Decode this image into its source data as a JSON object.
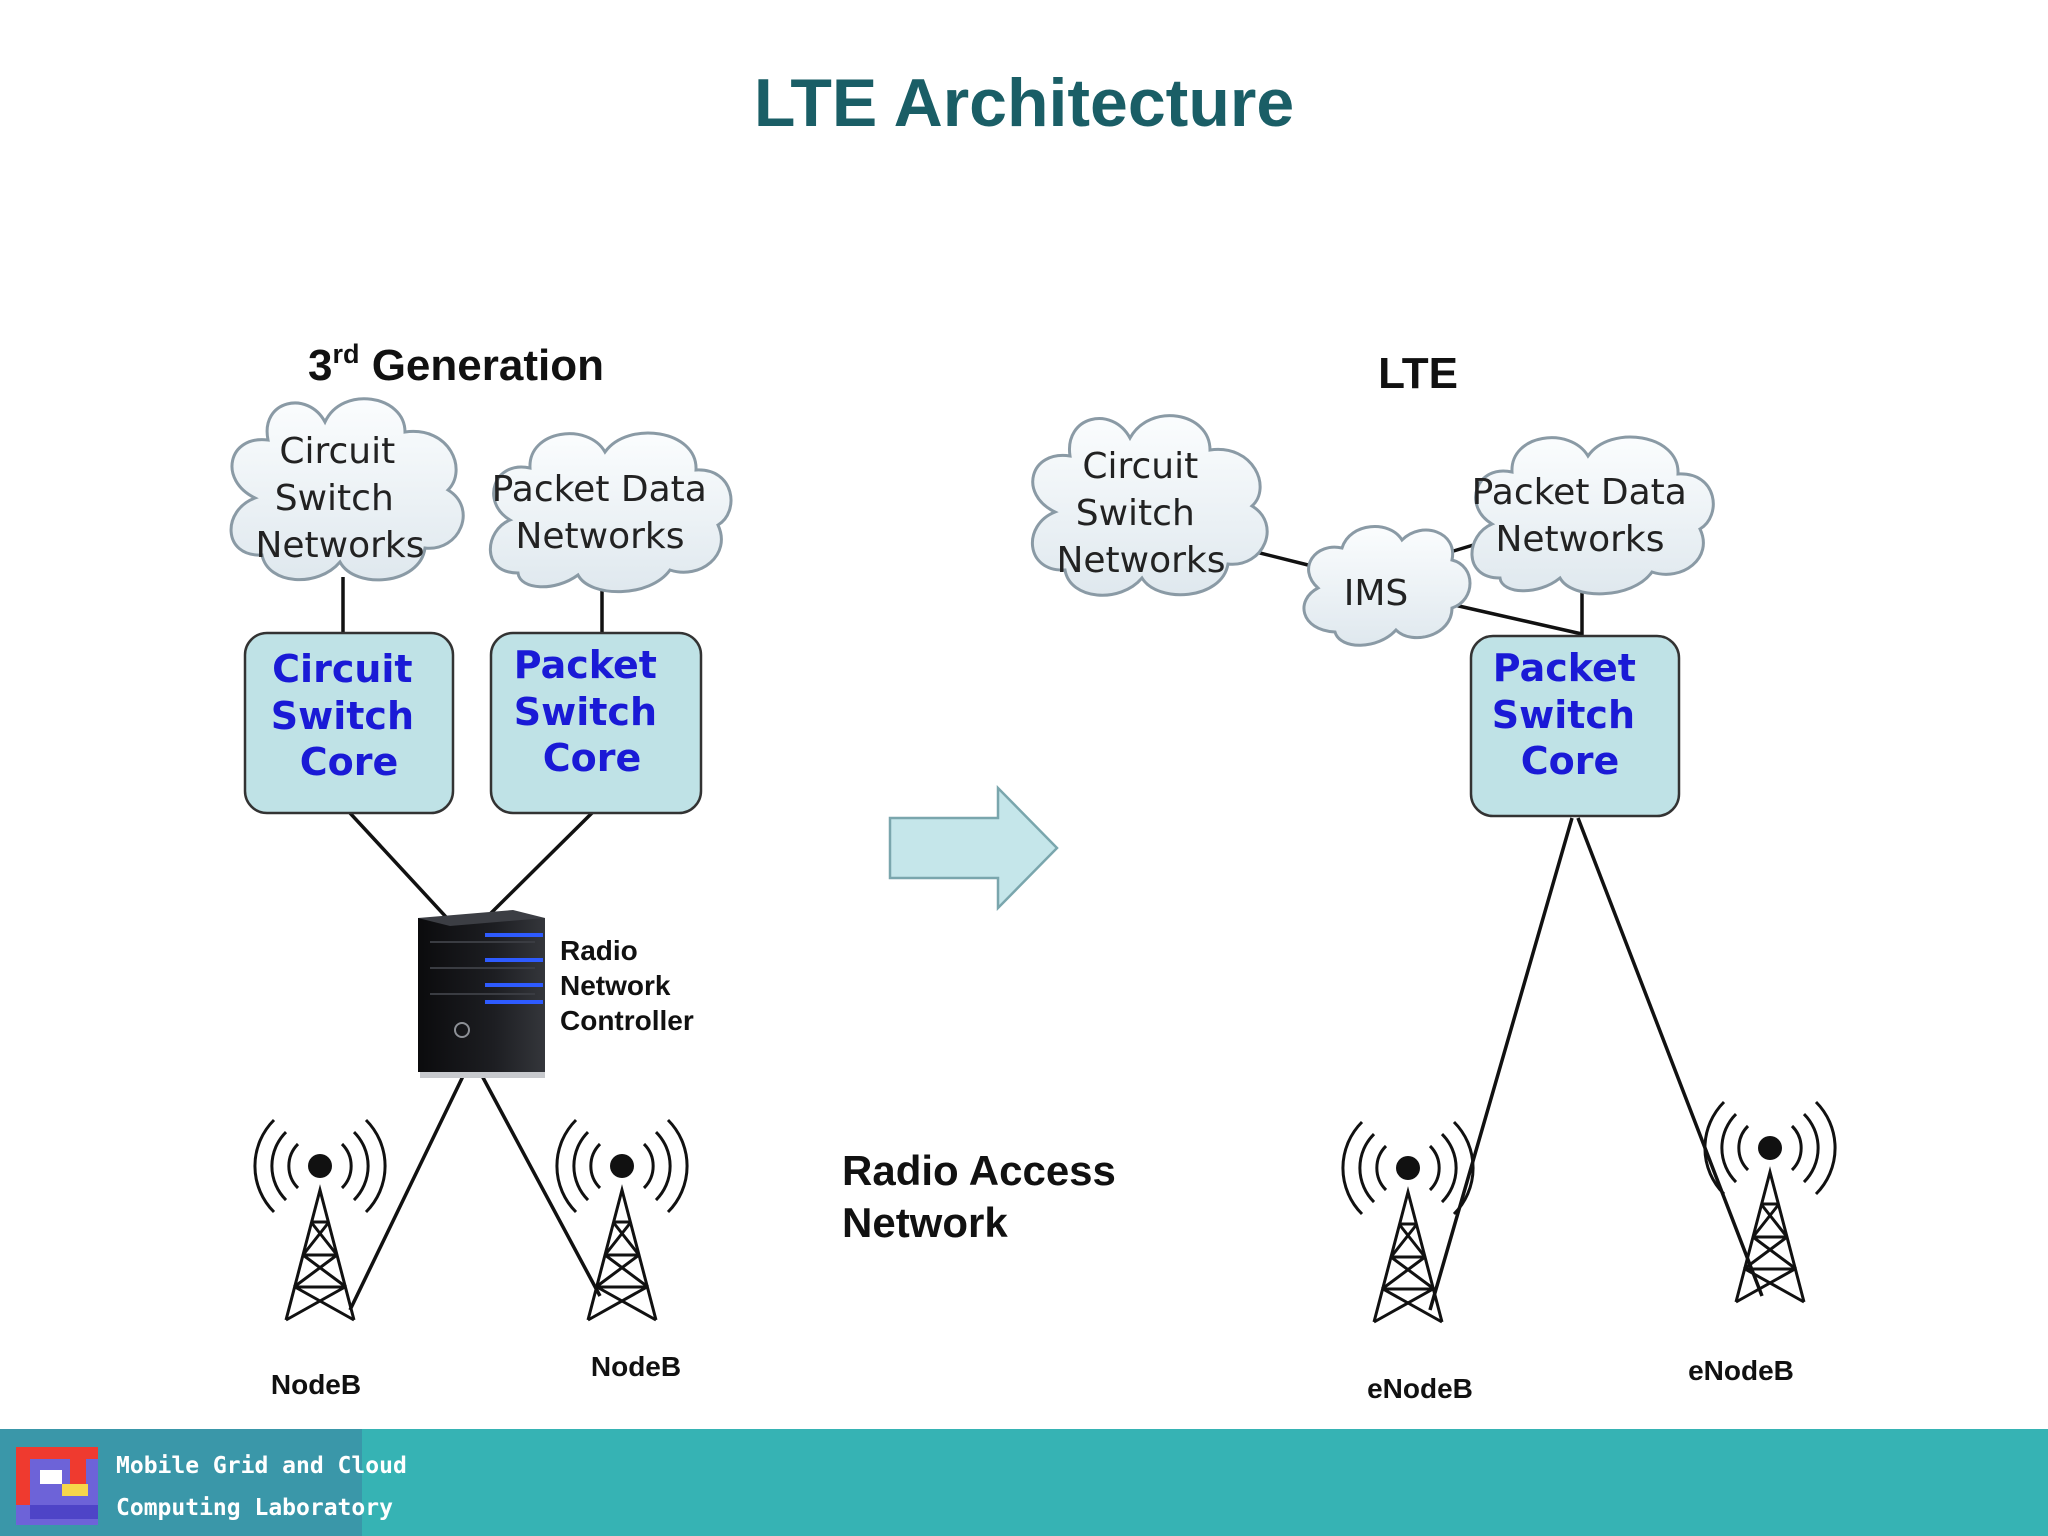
{
  "title": "LTE Architecture",
  "colors": {
    "title": "#1a5e66",
    "core_fill": "#bfe2e6",
    "core_text": "#1a1ad6",
    "cloud_fill": "#eef3f6",
    "arrow_fill": "#c5e6ea",
    "footer": "#36b3b4",
    "line": "#111111"
  },
  "left": {
    "heading_base": "3",
    "heading_sup": "rd",
    "heading_rest": " Generation",
    "cloud_circuit": [
      "Circuit",
      "Switch",
      "Networks"
    ],
    "cloud_packet": [
      "Packet Data",
      "Networks"
    ],
    "core_circuit": [
      "Circuit",
      "Switch",
      "Core"
    ],
    "core_packet": [
      "Packet",
      "Switch",
      "Core"
    ],
    "rnc_label": [
      "Radio",
      "Network",
      "Controller"
    ],
    "tower_labels": [
      "NodeB",
      "NodeB"
    ]
  },
  "middle": {
    "ran_label": [
      "Radio Access",
      "Network"
    ]
  },
  "right": {
    "heading": "LTE",
    "cloud_circuit": [
      "Circuit",
      "Switch",
      "Networks"
    ],
    "cloud_packet": [
      "Packet Data",
      "Networks"
    ],
    "cloud_ims": "IMS",
    "core_packet": [
      "Packet",
      "Switch",
      "Core"
    ],
    "tower_labels": [
      "eNodeB",
      "eNodeB"
    ]
  },
  "footer": {
    "logo_lines": [
      "Mobile Grid and Cloud",
      "Computing Laboratory"
    ]
  }
}
